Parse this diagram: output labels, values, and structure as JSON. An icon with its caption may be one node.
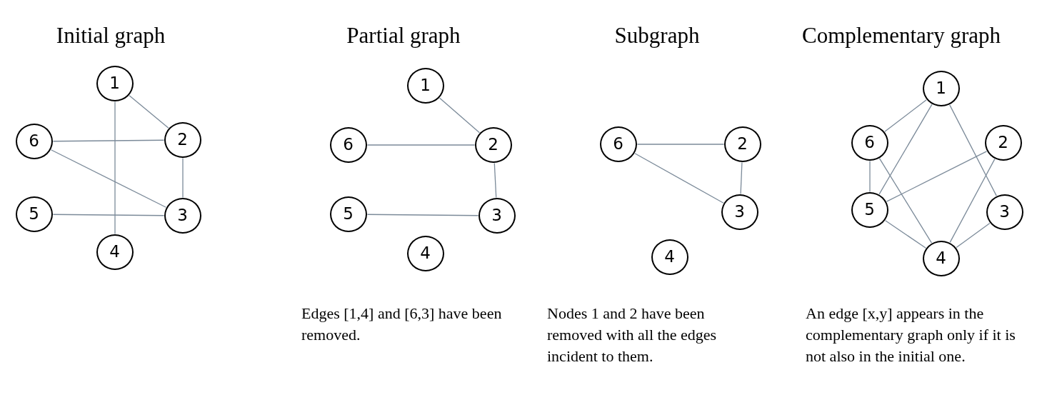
{
  "diagram": {
    "nodes": [
      {
        "text": [
          "1"
        ]
      },
      {
        "text": [
          "2"
        ]
      },
      {
        "text": [
          "3"
        ]
      },
      {
        "text": [
          "4"
        ]
      },
      {
        "text": [
          "5"
        ]
      },
      {
        "text": [
          "6"
        ]
      },
      {
        "text": [
          "1"
        ]
      },
      {
        "text": [
          "2"
        ]
      },
      {
        "text": [
          "3"
        ]
      },
      {
        "text": [
          "4"
        ]
      },
      {
        "text": [
          "5"
        ]
      },
      {
        "text": [
          "6"
        ]
      },
      {
        "text": [
          "2"
        ]
      },
      {
        "text": [
          "3"
        ]
      },
      {
        "text": [
          "4"
        ]
      },
      {
        "text": [
          "6"
        ]
      },
      {
        "text": [
          "1"
        ]
      },
      {
        "text": [
          "2"
        ]
      },
      {
        "text": [
          "3"
        ]
      },
      {
        "text": [
          "4"
        ]
      },
      {
        "text": [
          "5"
        ]
      },
      {
        "text": [
          "6"
        ]
      }
    ],
    "edges": [
      {
        "from": 0,
        "to": 1,
        "arrow": "none"
      },
      {
        "from": 0,
        "to": 3,
        "arrow": "none"
      },
      {
        "from": 5,
        "to": 1,
        "arrow": "none"
      },
      {
        "from": 5,
        "to": 2,
        "arrow": "none"
      },
      {
        "from": 1,
        "to": 2,
        "arrow": "none"
      },
      {
        "from": 4,
        "to": 2,
        "arrow": "none"
      },
      {
        "from": 6,
        "to": 7,
        "arrow": "none"
      },
      {
        "from": 11,
        "to": 7,
        "arrow": "none"
      },
      {
        "from": 7,
        "to": 8,
        "arrow": "none"
      },
      {
        "from": 10,
        "to": 8,
        "arrow": "none"
      },
      {
        "from": 15,
        "to": 12,
        "arrow": "none"
      },
      {
        "from": 15,
        "to": 13,
        "arrow": "none"
      },
      {
        "from": 12,
        "to": 13,
        "arrow": "none"
      },
      {
        "from": 16,
        "to": 21,
        "arrow": "none"
      },
      {
        "from": 16,
        "to": 20,
        "arrow": "none"
      },
      {
        "from": 16,
        "to": 18,
        "arrow": "none"
      },
      {
        "from": 21,
        "to": 20,
        "arrow": "none"
      },
      {
        "from": 21,
        "to": 19,
        "arrow": "none"
      },
      {
        "from": 20,
        "to": 17,
        "arrow": "none"
      },
      {
        "from": 17,
        "to": 19,
        "arrow": "none"
      },
      {
        "from": 20,
        "to": 19,
        "arrow": "none"
      },
      {
        "from": 18,
        "to": 19,
        "arrow": "none"
      }
    ],
    "labels": [
      "Initial graph",
      "Partial graph",
      "Subgraph",
      "Complementary graph",
      "Edges [1,4] and [6,3] have been removed.",
      "Nodes 1 and 2 have been removed with all the edges incident to them.",
      "An edge [x,y] appears in the complementary graph only if it is not also in the initial one."
    ]
  }
}
